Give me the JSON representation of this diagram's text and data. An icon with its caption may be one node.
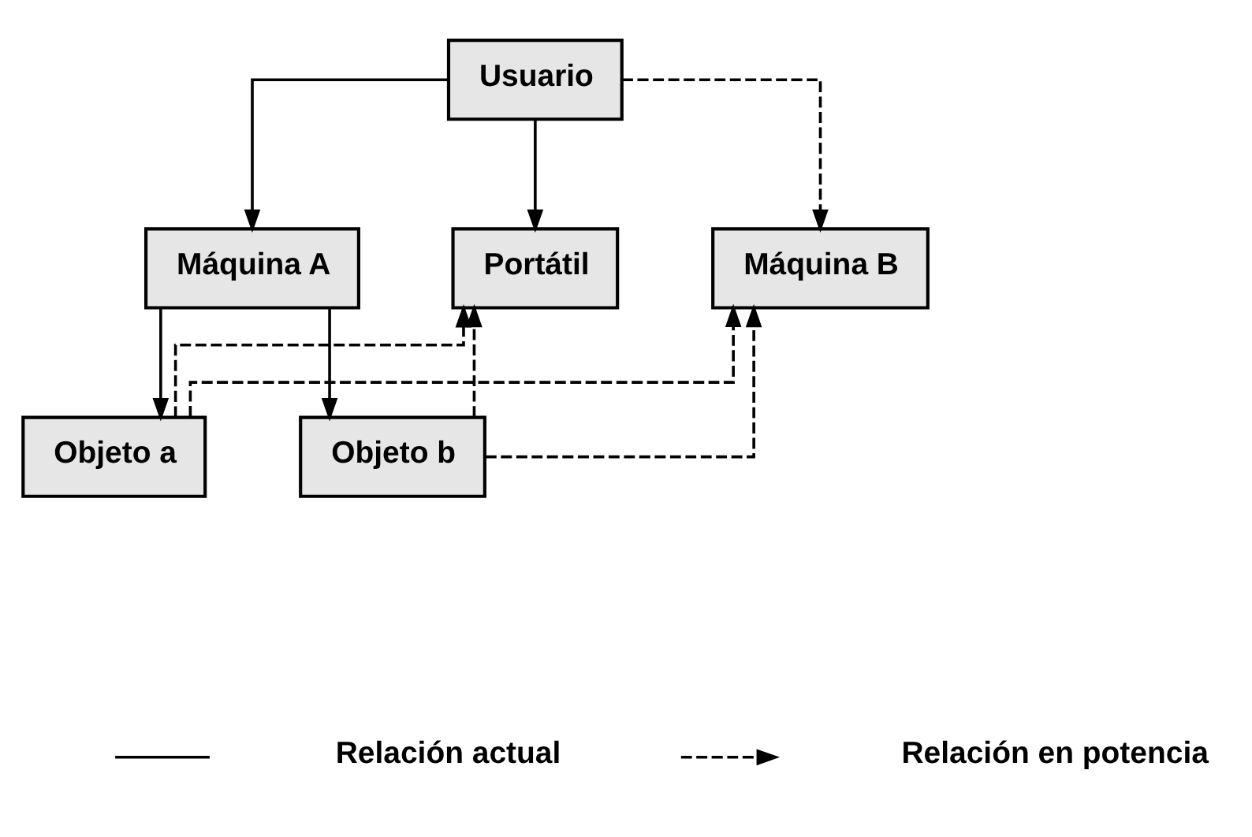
{
  "diagram": {
    "nodes": [
      {
        "text": [
          "Usuario"
        ]
      },
      {
        "text": [
          "Máquina A"
        ]
      },
      {
        "text": [
          "Portátil"
        ]
      },
      {
        "text": [
          "Máquina B"
        ]
      },
      {
        "text": [
          "Objeto a"
        ]
      },
      {
        "text": [
          "Objeto b"
        ]
      }
    ],
    "edges": [
      {
        "from": 0,
        "to": 1,
        "arrow": "to"
      },
      {
        "from": 0,
        "to": 2,
        "arrow": "to"
      },
      {
        "from": 0,
        "to": 3,
        "arrow": "to",
        "style": "dashed"
      },
      {
        "from": 1,
        "to": 4,
        "arrow": "to"
      },
      {
        "from": 1,
        "to": 5,
        "arrow": "to"
      },
      {
        "from": 5,
        "to": 2,
        "arrow": "to",
        "style": "dashed"
      },
      {
        "from": 5,
        "to": 3,
        "arrow": "to",
        "style": "dashed"
      },
      {
        "from": 4,
        "to": 3,
        "arrow": "to",
        "style": "dashed"
      },
      {
        "from": 4,
        "to": 2,
        "arrow": "to",
        "style": "dashed"
      }
    ],
    "legend": [
      {
        "text": "Relación actual"
      },
      {
        "text": "Relación en potencia"
      }
    ]
  }
}
